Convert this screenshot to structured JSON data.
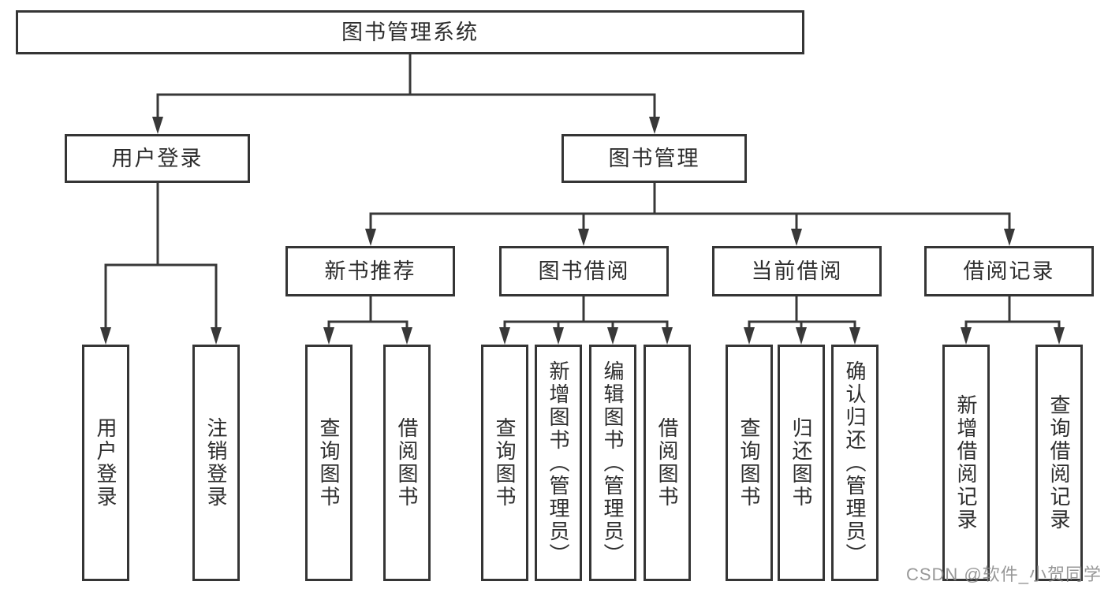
{
  "tree": {
    "root": "图书管理系统",
    "branches": [
      {
        "label": "用户登录",
        "children": [
          "用户登录",
          "注销登录"
        ]
      },
      {
        "label": "图书管理",
        "children": [
          {
            "label": "新书推荐",
            "children": [
              "查询图书",
              "借阅图书"
            ]
          },
          {
            "label": "图书借阅",
            "children": [
              "查询图书",
              "新增图书（管理员）",
              "编辑图书（管理员）",
              "借阅图书"
            ]
          },
          {
            "label": "当前借阅",
            "children": [
              "查询图书",
              "归还图书",
              "确认归还（管理员）"
            ]
          },
          {
            "label": "借阅记录",
            "children": [
              "新增借阅记录",
              "查询借阅记录"
            ]
          }
        ]
      }
    ]
  },
  "watermark": "CSDN @软件_小贺同学",
  "colors": {
    "line": "#383838",
    "box_border": "#353535",
    "text": "#2e2e2e",
    "background": "#ffffff",
    "watermark": "#8a8a8a"
  }
}
